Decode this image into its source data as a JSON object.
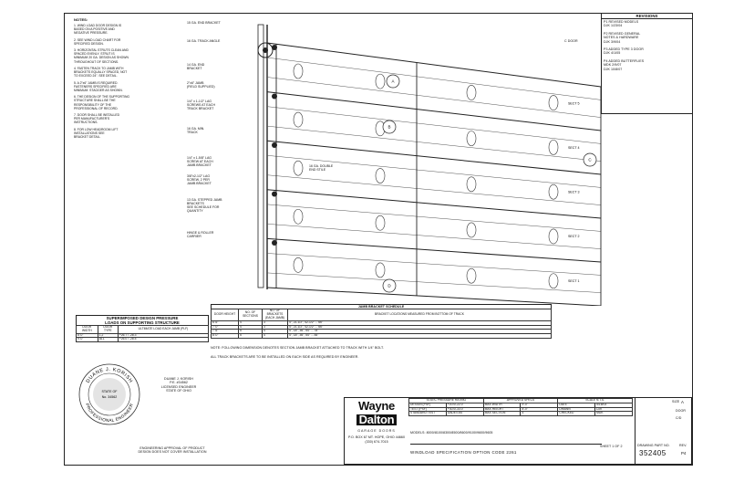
{
  "revisions": {
    "title": "REVISIONS",
    "entries": [
      "P1 REVISED MODELS\nDJK 1/23/04",
      "P2 REVISED GENERAL\nNOTES & HARDWARE\nDJK 3/9/04",
      "P3 ADDED TYPE 3 DOOR\nDJK 4/1/05",
      "P4 ADDED BUTTERFLIES\nMDK 2/9/07\nDJK 10/8/07"
    ]
  },
  "notes": {
    "title": "NOTES:",
    "items": [
      "1. WIND LOAD DOOR DESIGN IS\nBASED ON A POSITIVE AND\nNEGATIVE PRESSURE.",
      "2. SEE WIND LOAD CHART FOR\nSPECIFIED DESIGN.",
      "3. HORIZONTAL STRUTS CLEAN AND\nSPACED EVENLY. STRUT IS\nMINIMUM 20 GA. DESIGN AS SHOWN\nTHROUGHOUT OF SECTIONS.",
      "4. FASTEN TRACK TO JAMB WITH\nBRACKETS EQUALLY SPACED, NOT\nTO EXCEED 24\". SEE DETAIL.",
      "5. A 2\"x6\" JAMB IS REQUIRED.\nFASTENERS SPECIFIED ARE\nMINIMUM. STAGGER AS SHOWN.",
      "6. THE DESIGN OF THE SUPPORTING\nSTRUCTURE SHALL BE THE\nRESPONSIBILITY OF THE\nPROFESSIONAL OF RECORD.",
      "7. DOOR SHALL BE INSTALLED\nPER MANUFACTURER'S\nINSTRUCTIONS.",
      "8. FOR LOW HEADROOM LIFT\nINSTALLATIONS SEE\nBRACKET DETAIL."
    ]
  },
  "drawing": {
    "callouts_left": [
      "15 GA. END BRACKET",
      "16 GA. TRACK ANGLE",
      "14 GA. END\nBRACKET",
      "2\"x6\" JAMB\n(FIELD SUPPLIED)",
      "1/4\" x 1-1/2\" LAG\nSCREWS AT EACH\nTRACK BRACKET",
      "16 GA. MIN.\nTRACK",
      "1/4\" x 1-5/8\" LAG\nSCREW AT EACH\nJAMB BRACKET",
      "3/8\"x2-1/2\" LAG\nSCREW, 2 PER\nJAMB BRACKET",
      "13 GA. STEPPED JAMB\nBRACKETS\nSEE SCHEDULE FOR\nQUANTITY",
      "HINGE & ROLLER\nCARRIER"
    ],
    "callout_mid": "16 GA. DOUBLE\nEND STILE",
    "section_labels": [
      "SECT 1",
      "SECT 2",
      "SECT 3",
      "SECT 4",
      "SECT 5"
    ],
    "detail_marks": [
      "A",
      "B",
      "C",
      "D"
    ],
    "door_label": "C DOOR"
  },
  "pressure_table": {
    "title": "SUPERIMPOSED DESIGN PRESSURE\nLOADS ON SUPPORTING STRUCTURE",
    "headers": [
      "DOOR\nWIDTH",
      "DOOR\nTYPE",
      "ULTIMATE LOAD EACH JAMB (PLF)"
    ],
    "rows": [
      [
        "8'-0\"",
        "1,2",
        "+26.7 / -28.3"
      ],
      [
        "9'-0\"",
        "ALL",
        "+26.0 / -28.5"
      ]
    ]
  },
  "bracket_table": {
    "title": "JAMB BRACKET SCHEDULE",
    "headers": [
      "DOOR HEIGHT",
      "NO. OF\nSECTIONS",
      "NO. OF\nBRACKETS\n(EACH JAMB)",
      "BRACKET LOCATIONS MEASURED FROM BOTTOM OF TRACK"
    ],
    "rows": [
      [
        "6'-6\"",
        "4",
        "3",
        "4\", 21-1/2\", 42-1/2\" ... 66\""
      ],
      [
        "7'-0\"",
        "4",
        "3",
        "4\", 21-1/2\", 42-1/2\" ... 66\""
      ],
      [
        "7'-6\"",
        "5",
        "4",
        "4\", 18\", 36\", 54\" ... 78\""
      ],
      [
        "8'-0\"",
        "5",
        "4",
        "4\", 18\", 36\", 54\" ... 84\""
      ]
    ],
    "footnote1": "NOTE: FOLLOWING DIMENSION DENOTES SECTION JAMB BRACKET ATTACHED TO TRACK WITH 1/4\" BOLT.",
    "footnote2": "ALL TRACK BRACKETS ARE TO BE INSTALLED ON EACH SIDE AS REQUIRED BY ENGINEER."
  },
  "seal": {
    "name": "DUANE J. KORISH",
    "label": "PROFESSIONAL ENGINEER",
    "state": "STATE OF",
    "number": "No. 34562"
  },
  "engineer": {
    "lines": [
      "DUANE J. KORISH",
      "P.E. #34562",
      "LICENSED ENGINEER",
      "STATE OF OHIO"
    ],
    "footer": "ENGINEERING APPROVAL OF PRODUCT\nDESIGN DOES NOT COVER INSTALLATION"
  },
  "company": {
    "logo_top": "Wayne",
    "logo_bottom": "Dalton",
    "tagline": "GARAGE DOORS",
    "address": "P.O. BOX 67 MT. HOPE, OHIO 44660\n(330) 674-7015"
  },
  "title_block": {
    "spec_headers": [
      "STATIC PRESSURE RATING",
      "APPROVED SPECS",
      "SCALE N.T.S."
    ],
    "spec_rows": [
      [
        "DESIGN (PSF)",
        "+20.0/-22.0",
        "MAX WIDTH",
        "9'-0\"",
        "DATE",
        "5/16/03"
      ],
      [
        "TEST (PSF)",
        "+30.0/-33.0",
        "MAX HEIGHT",
        "8'-0\"",
        "DRAWN",
        "DJK"
      ],
      [
        "STANDARD TEST",
        "DADE/TAS",
        "MAX SECTION",
        "5",
        "CHECKED",
        "MDK"
      ]
    ],
    "models": "MODELS: 8000/8100/8300/8500/8600/9100/9600/9605",
    "title": "WINDLOAD SPECIFICATION OPTION CODE 2261",
    "sheet": "SHEET 1 OF 2",
    "size_label": "SIZE",
    "size": "A",
    "drawing_no_label": "DRAWING PART NO.",
    "drawing_no": "352405",
    "rev_label": "REV.",
    "rev": "P4",
    "scale_label": "DOOR",
    "scale": "C/D"
  }
}
